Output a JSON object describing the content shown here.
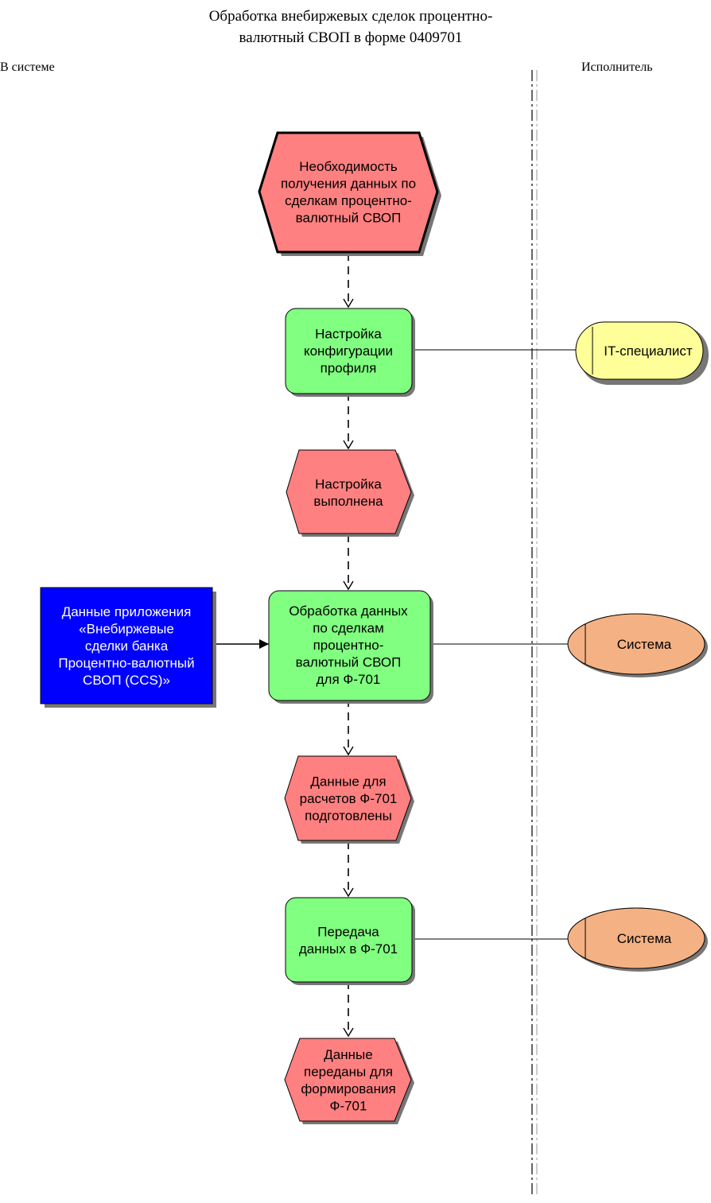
{
  "title": {
    "line1": "Обработка внебиржевых сделок процентно-",
    "line2": "валютный СВОП в форме 0409701"
  },
  "lanes": {
    "left": "В системе",
    "right": "Исполнитель"
  },
  "nodes": {
    "start_event": [
      "Необходимость",
      "получения данных по",
      "сделкам процентно-",
      "валютный СВОП"
    ],
    "func_config": [
      "Настройка",
      "конфигурации",
      "профиля"
    ],
    "event_config_done": [
      "Настройка",
      "выполнена"
    ],
    "func_process": [
      "Обработка данных",
      "по сделкам",
      "процентно-",
      "валютный СВОП",
      "для Ф-701"
    ],
    "event_data_ready": [
      "Данные для",
      "расчетов Ф-701",
      "подготовлены"
    ],
    "func_transfer": [
      "Передача",
      "данных в Ф-701"
    ],
    "event_transferred": [
      "Данные",
      "переданы для",
      "формирования",
      "Ф-701"
    ],
    "info_object": [
      "Данные приложения",
      "«Внебиржевые",
      "сделки банка",
      "Процентно-валютный",
      "СВОП (CCS)»"
    ],
    "role_it": [
      "IT-специалист"
    ],
    "role_system_1": [
      "Система"
    ],
    "role_system_2": [
      "Система"
    ]
  },
  "colors": {
    "event": "#ff8080",
    "function": "#80ff80",
    "information": "#0000ff",
    "role_it": "#ffff99",
    "role_system": "#f4b183"
  }
}
